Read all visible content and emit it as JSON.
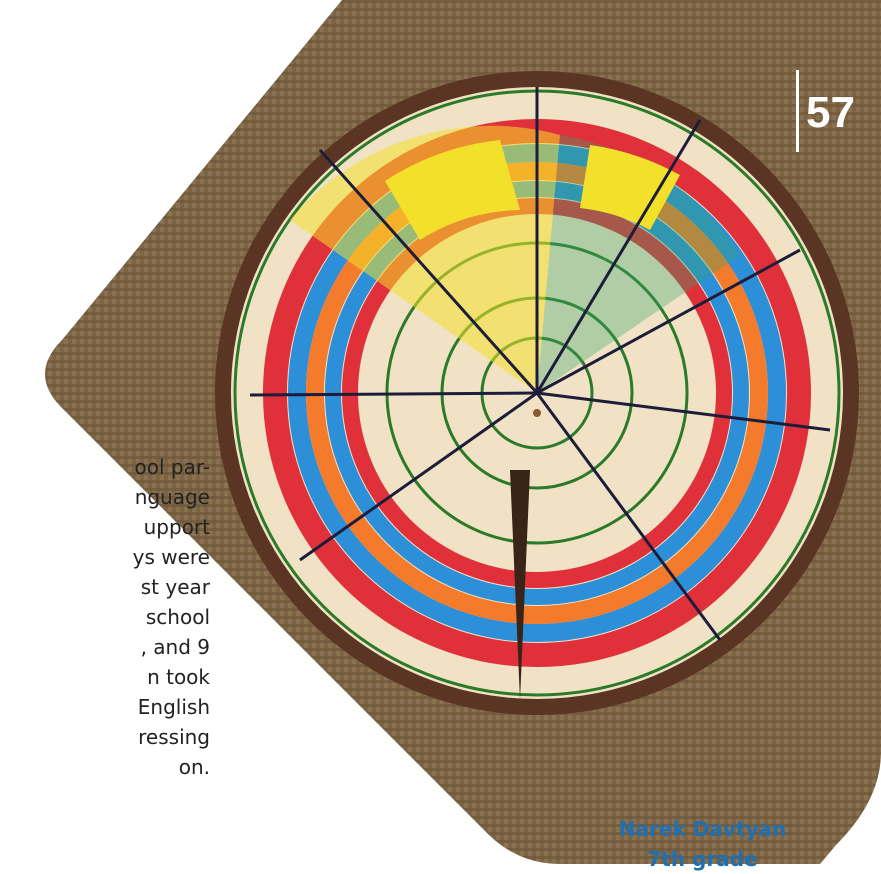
{
  "page": {
    "number": "57"
  },
  "body_text": {
    "lines": [
      "ool par-",
      "nguage",
      "upport",
      "ys were",
      "st year",
      "school",
      ", and 9",
      "n took",
      "English",
      "ressing",
      "on."
    ]
  },
  "photo": {
    "subject": "tree-ring-artwork",
    "colors": {
      "burlap": "#7c6444",
      "bark": "#5a3524",
      "wood": "#f1e2c6",
      "red": "#e0303a",
      "orange": "#f47a2c",
      "blue": "#2d8fd8",
      "yellow": "#f2e02a",
      "green": "#3aa76a",
      "vine": "#2a7a2a",
      "ink": "#1d1d3a"
    }
  },
  "caption": {
    "author": "Narek Davtyan",
    "grade": "7th grade"
  }
}
